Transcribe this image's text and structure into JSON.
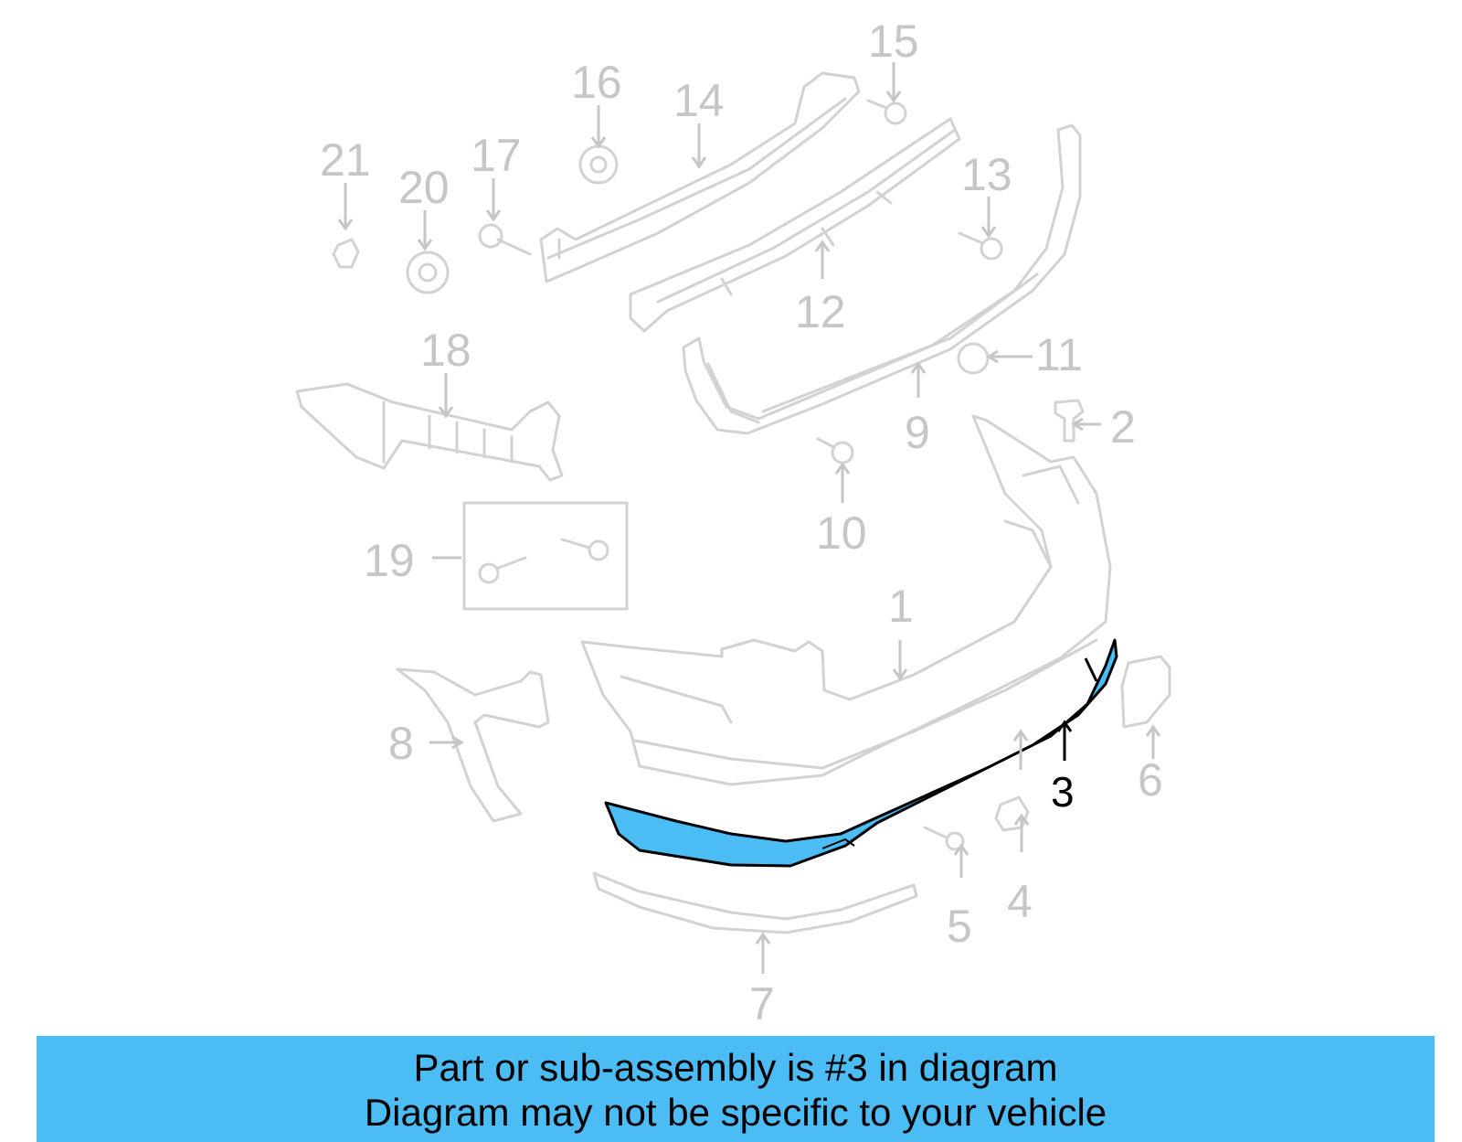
{
  "colors": {
    "highlight": "#4bbcf4",
    "ghost": "#d2d2d2",
    "label_gray": "#c6c6c6",
    "caption_bg": "#4bbcf4"
  },
  "callouts": [
    {
      "id": "1",
      "text": "1"
    },
    {
      "id": "2",
      "text": "2"
    },
    {
      "id": "3",
      "text": "3",
      "highlighted": true
    },
    {
      "id": "4",
      "text": "4"
    },
    {
      "id": "5",
      "text": "5"
    },
    {
      "id": "6",
      "text": "6"
    },
    {
      "id": "7",
      "text": "7"
    },
    {
      "id": "8",
      "text": "8"
    },
    {
      "id": "9",
      "text": "9"
    },
    {
      "id": "10",
      "text": "10"
    },
    {
      "id": "11",
      "text": "11"
    },
    {
      "id": "12",
      "text": "12"
    },
    {
      "id": "13",
      "text": "13"
    },
    {
      "id": "14",
      "text": "14"
    },
    {
      "id": "15",
      "text": "15"
    },
    {
      "id": "16",
      "text": "16"
    },
    {
      "id": "17",
      "text": "17"
    },
    {
      "id": "18",
      "text": "18"
    },
    {
      "id": "19",
      "text": "19"
    },
    {
      "id": "20",
      "text": "20"
    },
    {
      "id": "21",
      "text": "21"
    }
  ],
  "caption": {
    "line1": "Part or sub-assembly is #3 in diagram",
    "line2": "Diagram may not be specific to your vehicle"
  }
}
